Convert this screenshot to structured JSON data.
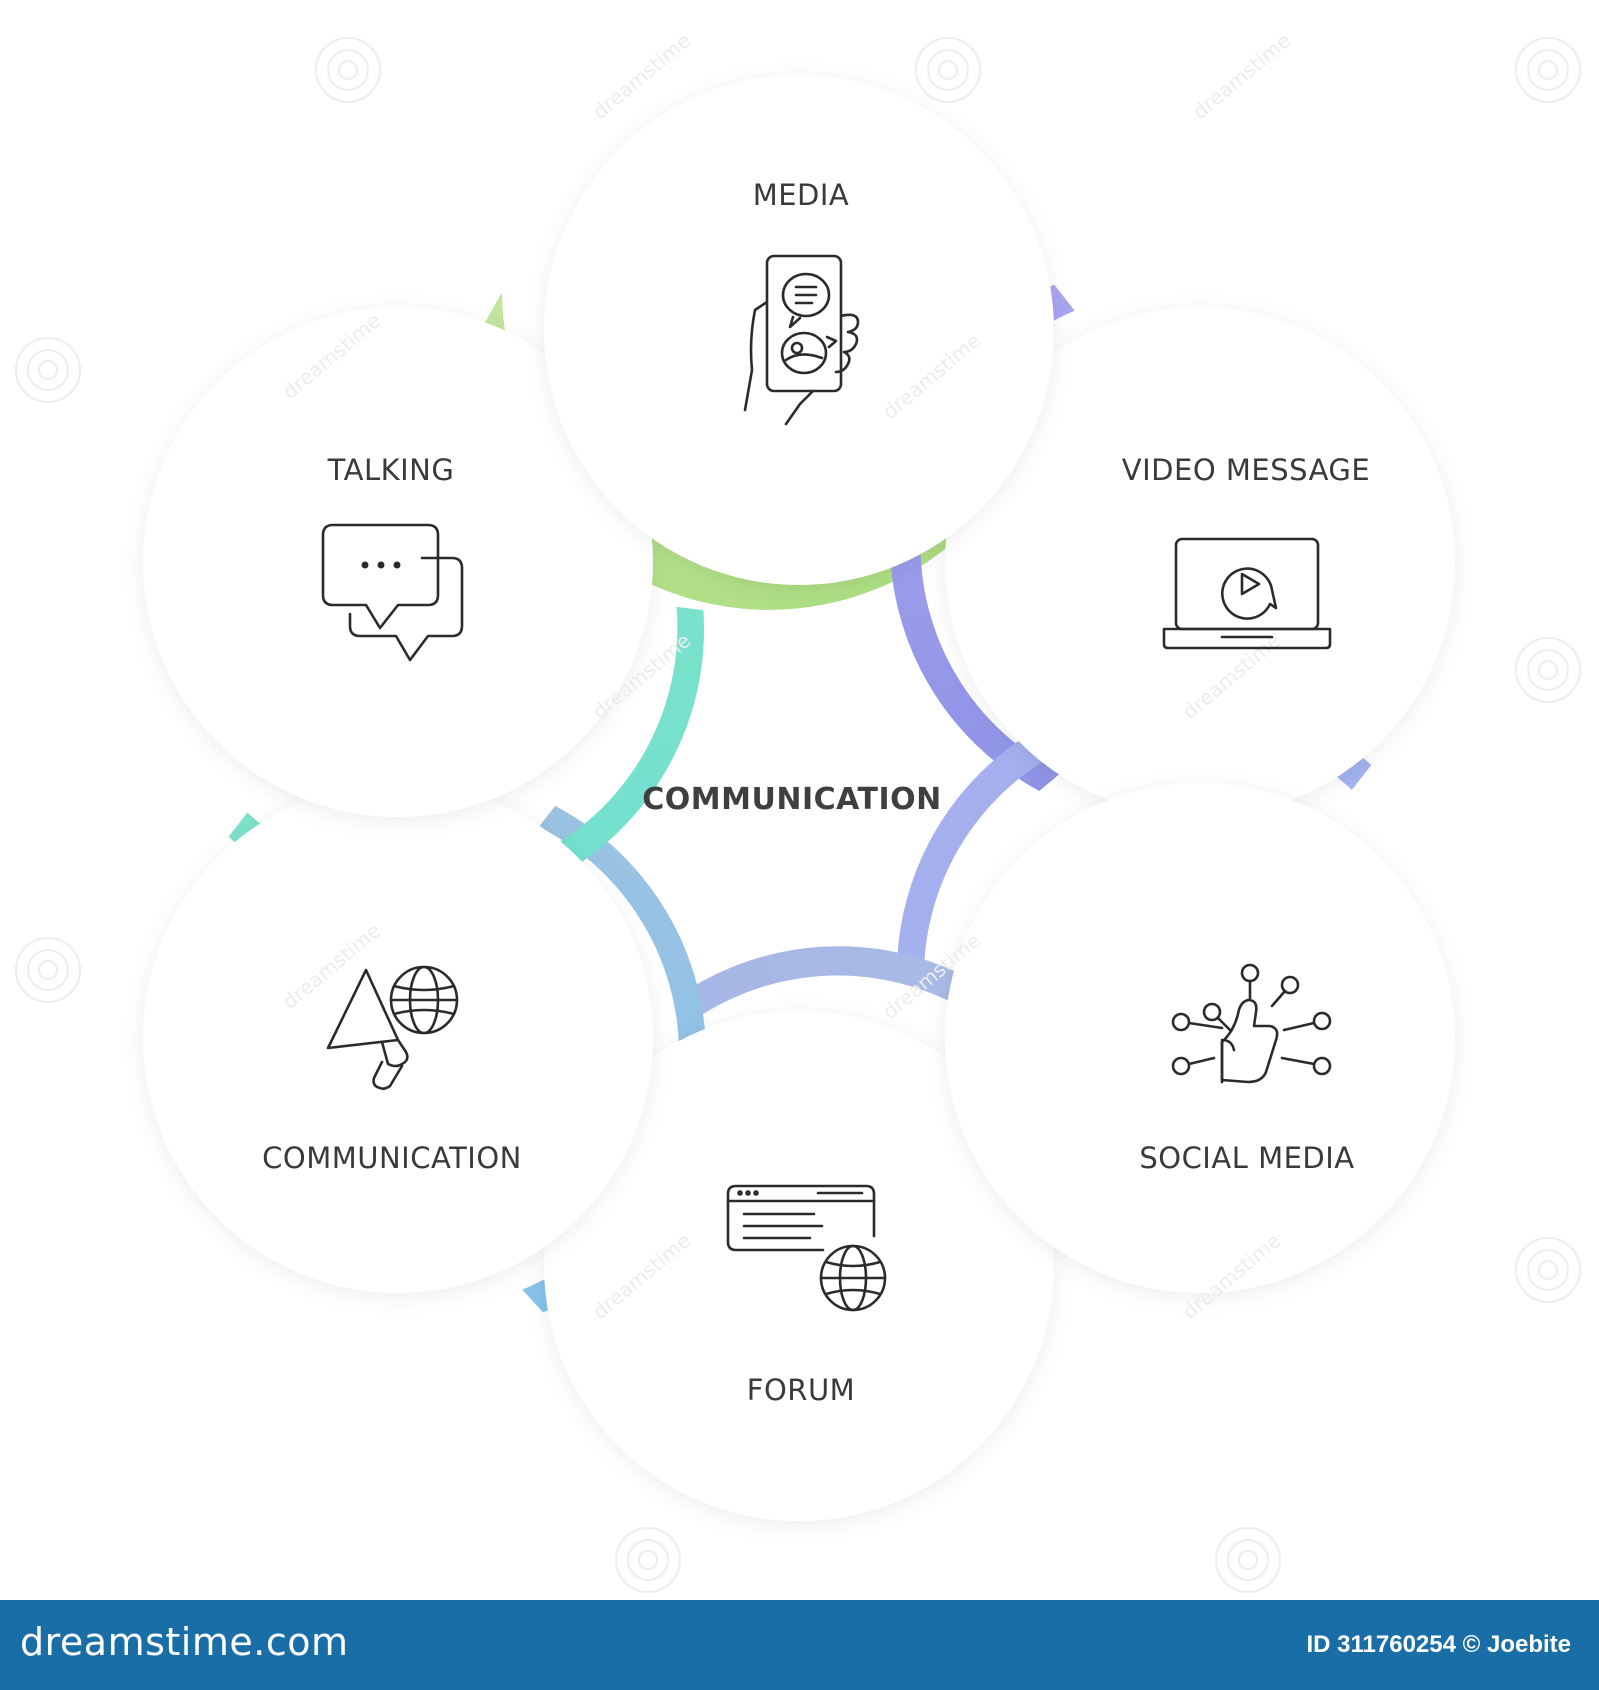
{
  "diagram": {
    "center_label": "COMMUNICATION",
    "nodes": [
      {
        "label": "MEDIA",
        "icon": "phone-in-hand-icon",
        "arc_color": "#b4e38a"
      },
      {
        "label": "VIDEO MESSAGE",
        "icon": "laptop-video-icon",
        "arc_color": "#a3a0ee"
      },
      {
        "label": "SOCIAL MEDIA",
        "icon": "thumbs-up-network-icon",
        "arc_color": "#a5b4ec"
      },
      {
        "label": "FORUM",
        "icon": "browser-globe-icon",
        "arc_color": "#a9bde6"
      },
      {
        "label": "COMMUNICATION",
        "icon": "megaphone-globe-icon",
        "arc_color": "#8ec3e6"
      },
      {
        "label": "TALKING",
        "icon": "chat-bubbles-icon",
        "arc_color": "#7fe3cf"
      }
    ]
  },
  "watermark": {
    "text": "dreamstime"
  },
  "footer": {
    "brand": "dreamstime.com",
    "stock_id": "ID 311760254 © Joebite"
  }
}
